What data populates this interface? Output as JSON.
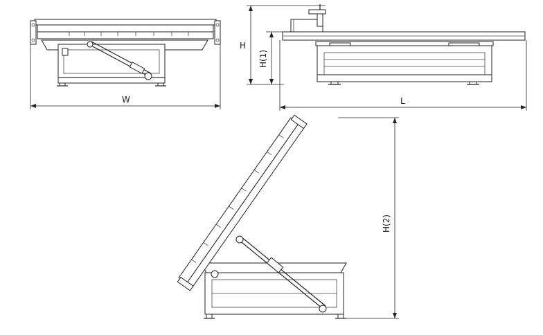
{
  "views": {
    "front": {
      "width_label": "W"
    },
    "side": {
      "height_label": "H",
      "height1_label": "H(1)",
      "length_label": "L"
    },
    "tilted": {
      "height2_label": "H(2)"
    }
  },
  "colors": {
    "line": "#222222",
    "background": "#ffffff"
  }
}
